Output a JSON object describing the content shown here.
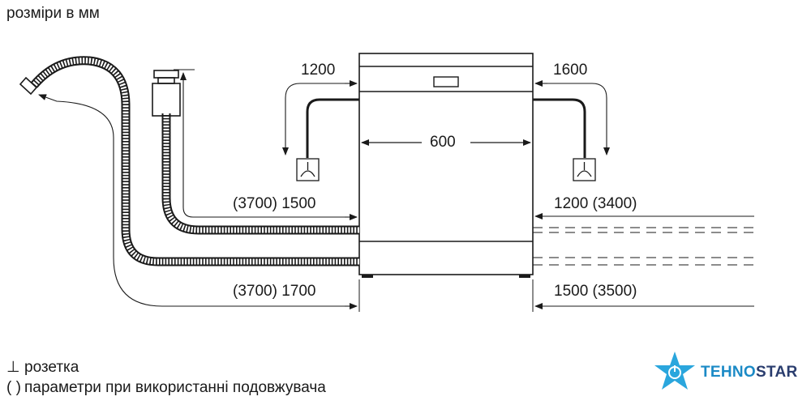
{
  "units_label": "розміри в мм",
  "dimensions": {
    "left_socket": "1200",
    "right_socket": "1600",
    "width": "600",
    "left_drain": "(3700) 1500",
    "right_drain": "1200 (3400)",
    "left_supply": "(3700) 1700",
    "right_supply": "1500 (3500)"
  },
  "legend": {
    "socket_symbol": "⊥",
    "socket": "розетка",
    "ext_symbol": "( )",
    "extension": "параметри при використанні подовжувача"
  },
  "logo": {
    "part1": "TEHNO",
    "part2": "STAR",
    "colors": {
      "blue": "#1b8ac6",
      "navy": "#2a3d6e"
    }
  },
  "colors": {
    "line": "#1a1a1a"
  }
}
